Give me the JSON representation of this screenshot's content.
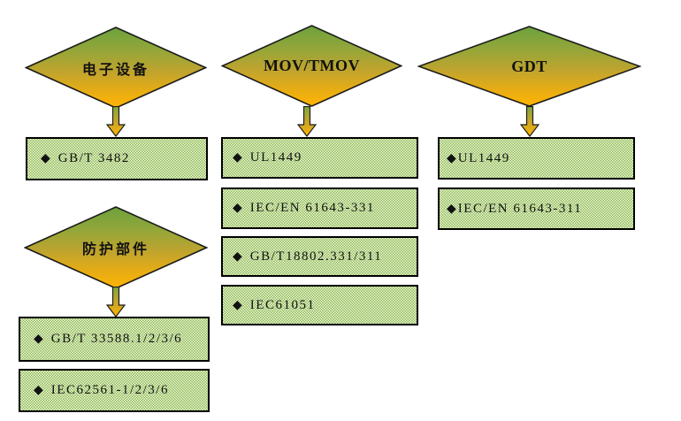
{
  "diagram": {
    "bullet": "◆",
    "col1": {
      "top_diamond_label": "电子设备",
      "box1": "GB/T 3482",
      "bottom_diamond_label": "防护部件",
      "box2": "GB/T 33588.1/2/3/6",
      "box3": "IEC62561-1/2/3/6"
    },
    "col2": {
      "diamond_label": "MOV/TMOV",
      "box1": "UL1449",
      "box2": "IEC/EN 61643-331",
      "box3": "GB/T18802.331/311",
      "box4": "IEC61051"
    },
    "col3": {
      "diamond_label": "GDT",
      "box1": "UL1449",
      "box2": "IEC/EN 61643-311"
    },
    "colors": {
      "diamond_gradient": [
        "#6CA23D",
        "#96A639",
        "#C0A42E",
        "#E5AC16",
        "#FFB403"
      ],
      "arrow_gradient": [
        "#7FA741",
        "#C7A52A",
        "#FDB303"
      ],
      "box_fill_light": "#F0F5E3",
      "box_fill_dot": "#8CBB4E",
      "outline": "#000000"
    }
  }
}
